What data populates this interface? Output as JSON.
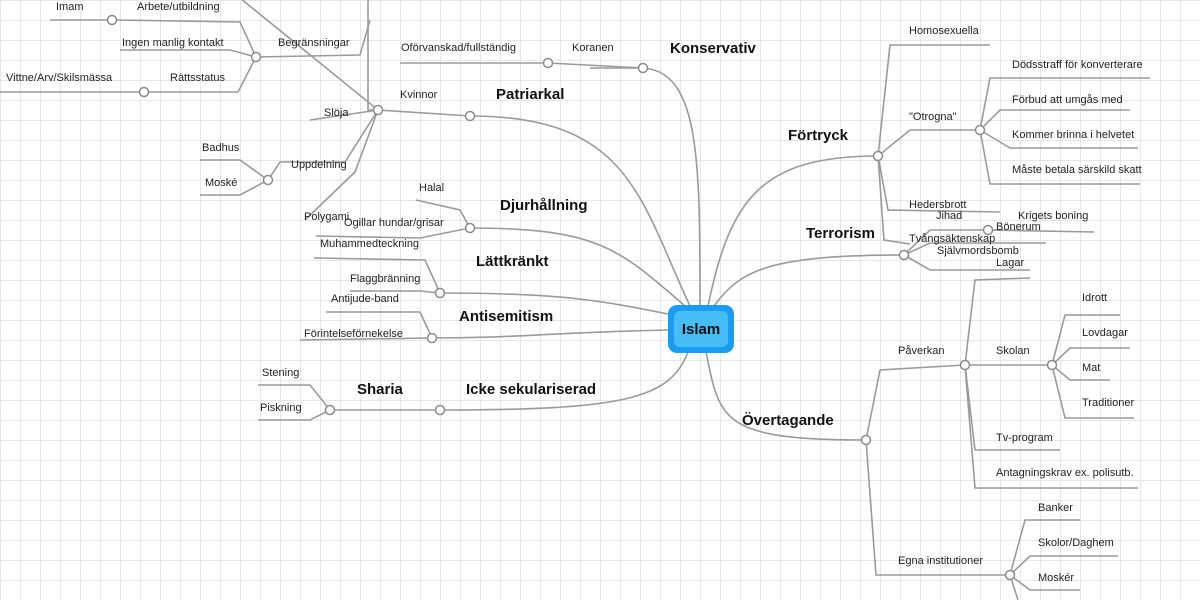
{
  "root": "Islam",
  "left": {
    "konservativ": "Konservativ",
    "koranen": "Koranen",
    "oforvanskad": "Oförvanskad/fullständig",
    "patriarkal": "Patriarkal",
    "kvinnor": "Kvinnor",
    "begransningar": "Begränsningar",
    "arbete": "Arbete/utbildning",
    "imam": "Imam",
    "ingen_manlig": "Ingen manlig kontakt",
    "rattsstatus": "Rättsstatus",
    "vittne": "Vittne/Arv/Skilsmässa",
    "sloja": "Slöja",
    "uppdelning": "Uppdelning",
    "badhus": "Badhus",
    "moske": "Moské",
    "polygami": "Polygami",
    "djurhallning": "Djurhållning",
    "halal": "Halal",
    "ogillar": "Ogillar hundar/grisar",
    "lattkrankt": "Lättkränkt",
    "muhammed": "Muhammedteckning",
    "flagg": "Flaggbränning",
    "antisemitism": "Antisemitism",
    "antijude": "Antijude-band",
    "forintelse": "Förintelseförnekelse",
    "icke_sek": "Icke sekulariserad",
    "sharia": "Sharia",
    "stening": "Stening",
    "piskning": "Piskning"
  },
  "right": {
    "fortryck": "Förtryck",
    "homosexuella": "Homosexuella",
    "otrogna": "\"Otrogna\"",
    "dodsstraff": "Dödsstraff för konverterare",
    "forbud": "Förbud att umgås med",
    "kommer": "Kommer brinna i helvetet",
    "maste": "Måste betala särskild skatt",
    "hedersbrott": "Hedersbrott",
    "tvangsaktenskap": "Tvångsäktenskap",
    "terrorism": "Terrorism",
    "jihad": "Jihad",
    "krigets": "Krigets boning",
    "bonerum": "Bönerum",
    "sjalvmord": "Självmordsbomb",
    "overtagande": "Övertagande",
    "paverkan": "Påverkan",
    "lagar": "Lagar",
    "skolan": "Skolan",
    "idrott": "Idrott",
    "lovdagar": "Lovdagar",
    "mat": "Mat",
    "traditioner": "Traditioner",
    "tv": "Tv-program",
    "antagning": "Antagningskrav ex. polisutb.",
    "egna": "Egna institutioner",
    "banker": "Banker",
    "skolor": "Skolor/Daghem",
    "mosker": "Moskér"
  },
  "colors": {
    "root_fill": "#47bdf5",
    "root_border": "#1a9cf2",
    "line": "#9a9a9a",
    "grid": "#e6e6e6"
  }
}
